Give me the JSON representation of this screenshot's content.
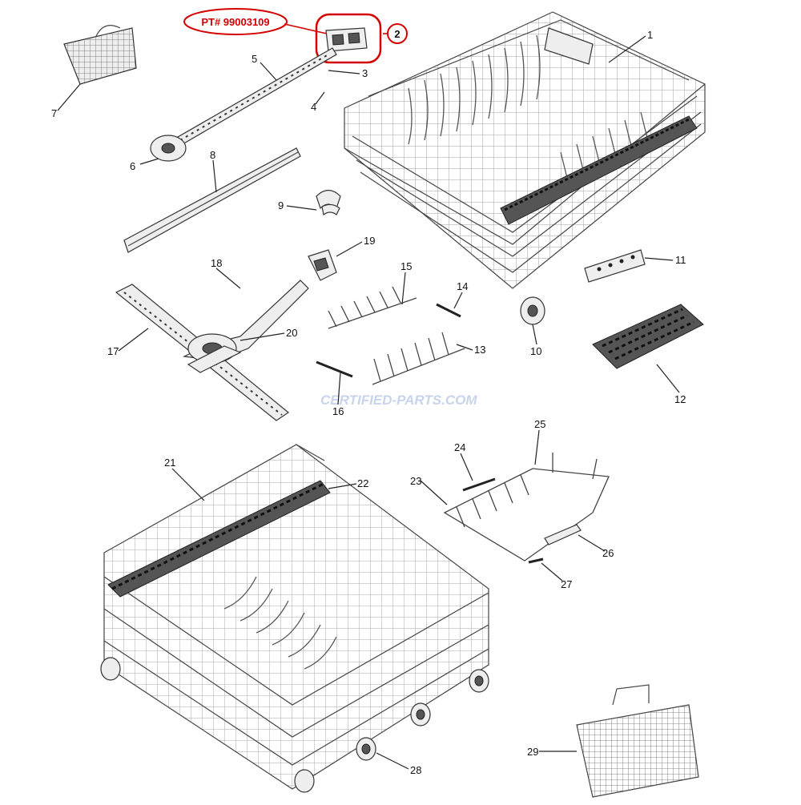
{
  "callout": {
    "part_number": "PT# 99003109",
    "index": "2",
    "color": "#d40000"
  },
  "watermark": {
    "text": "CERTIFIED-PARTS.COM",
    "color": "#c8d4ec"
  },
  "labels": {
    "p1": "1",
    "p3": "3",
    "p4": "4",
    "p5": "5",
    "p6": "6",
    "p7": "7",
    "p8": "8",
    "p9": "9",
    "p10": "10",
    "p11": "11",
    "p12": "12",
    "p13": "13",
    "p14": "14",
    "p15": "15",
    "p16": "16",
    "p17": "17",
    "p18": "18",
    "p19": "19",
    "p20": "20",
    "p21": "21",
    "p22": "22",
    "p23": "23",
    "p24": "24",
    "p25": "25",
    "p26": "26",
    "p27": "27",
    "p28": "28",
    "p29": "29"
  }
}
